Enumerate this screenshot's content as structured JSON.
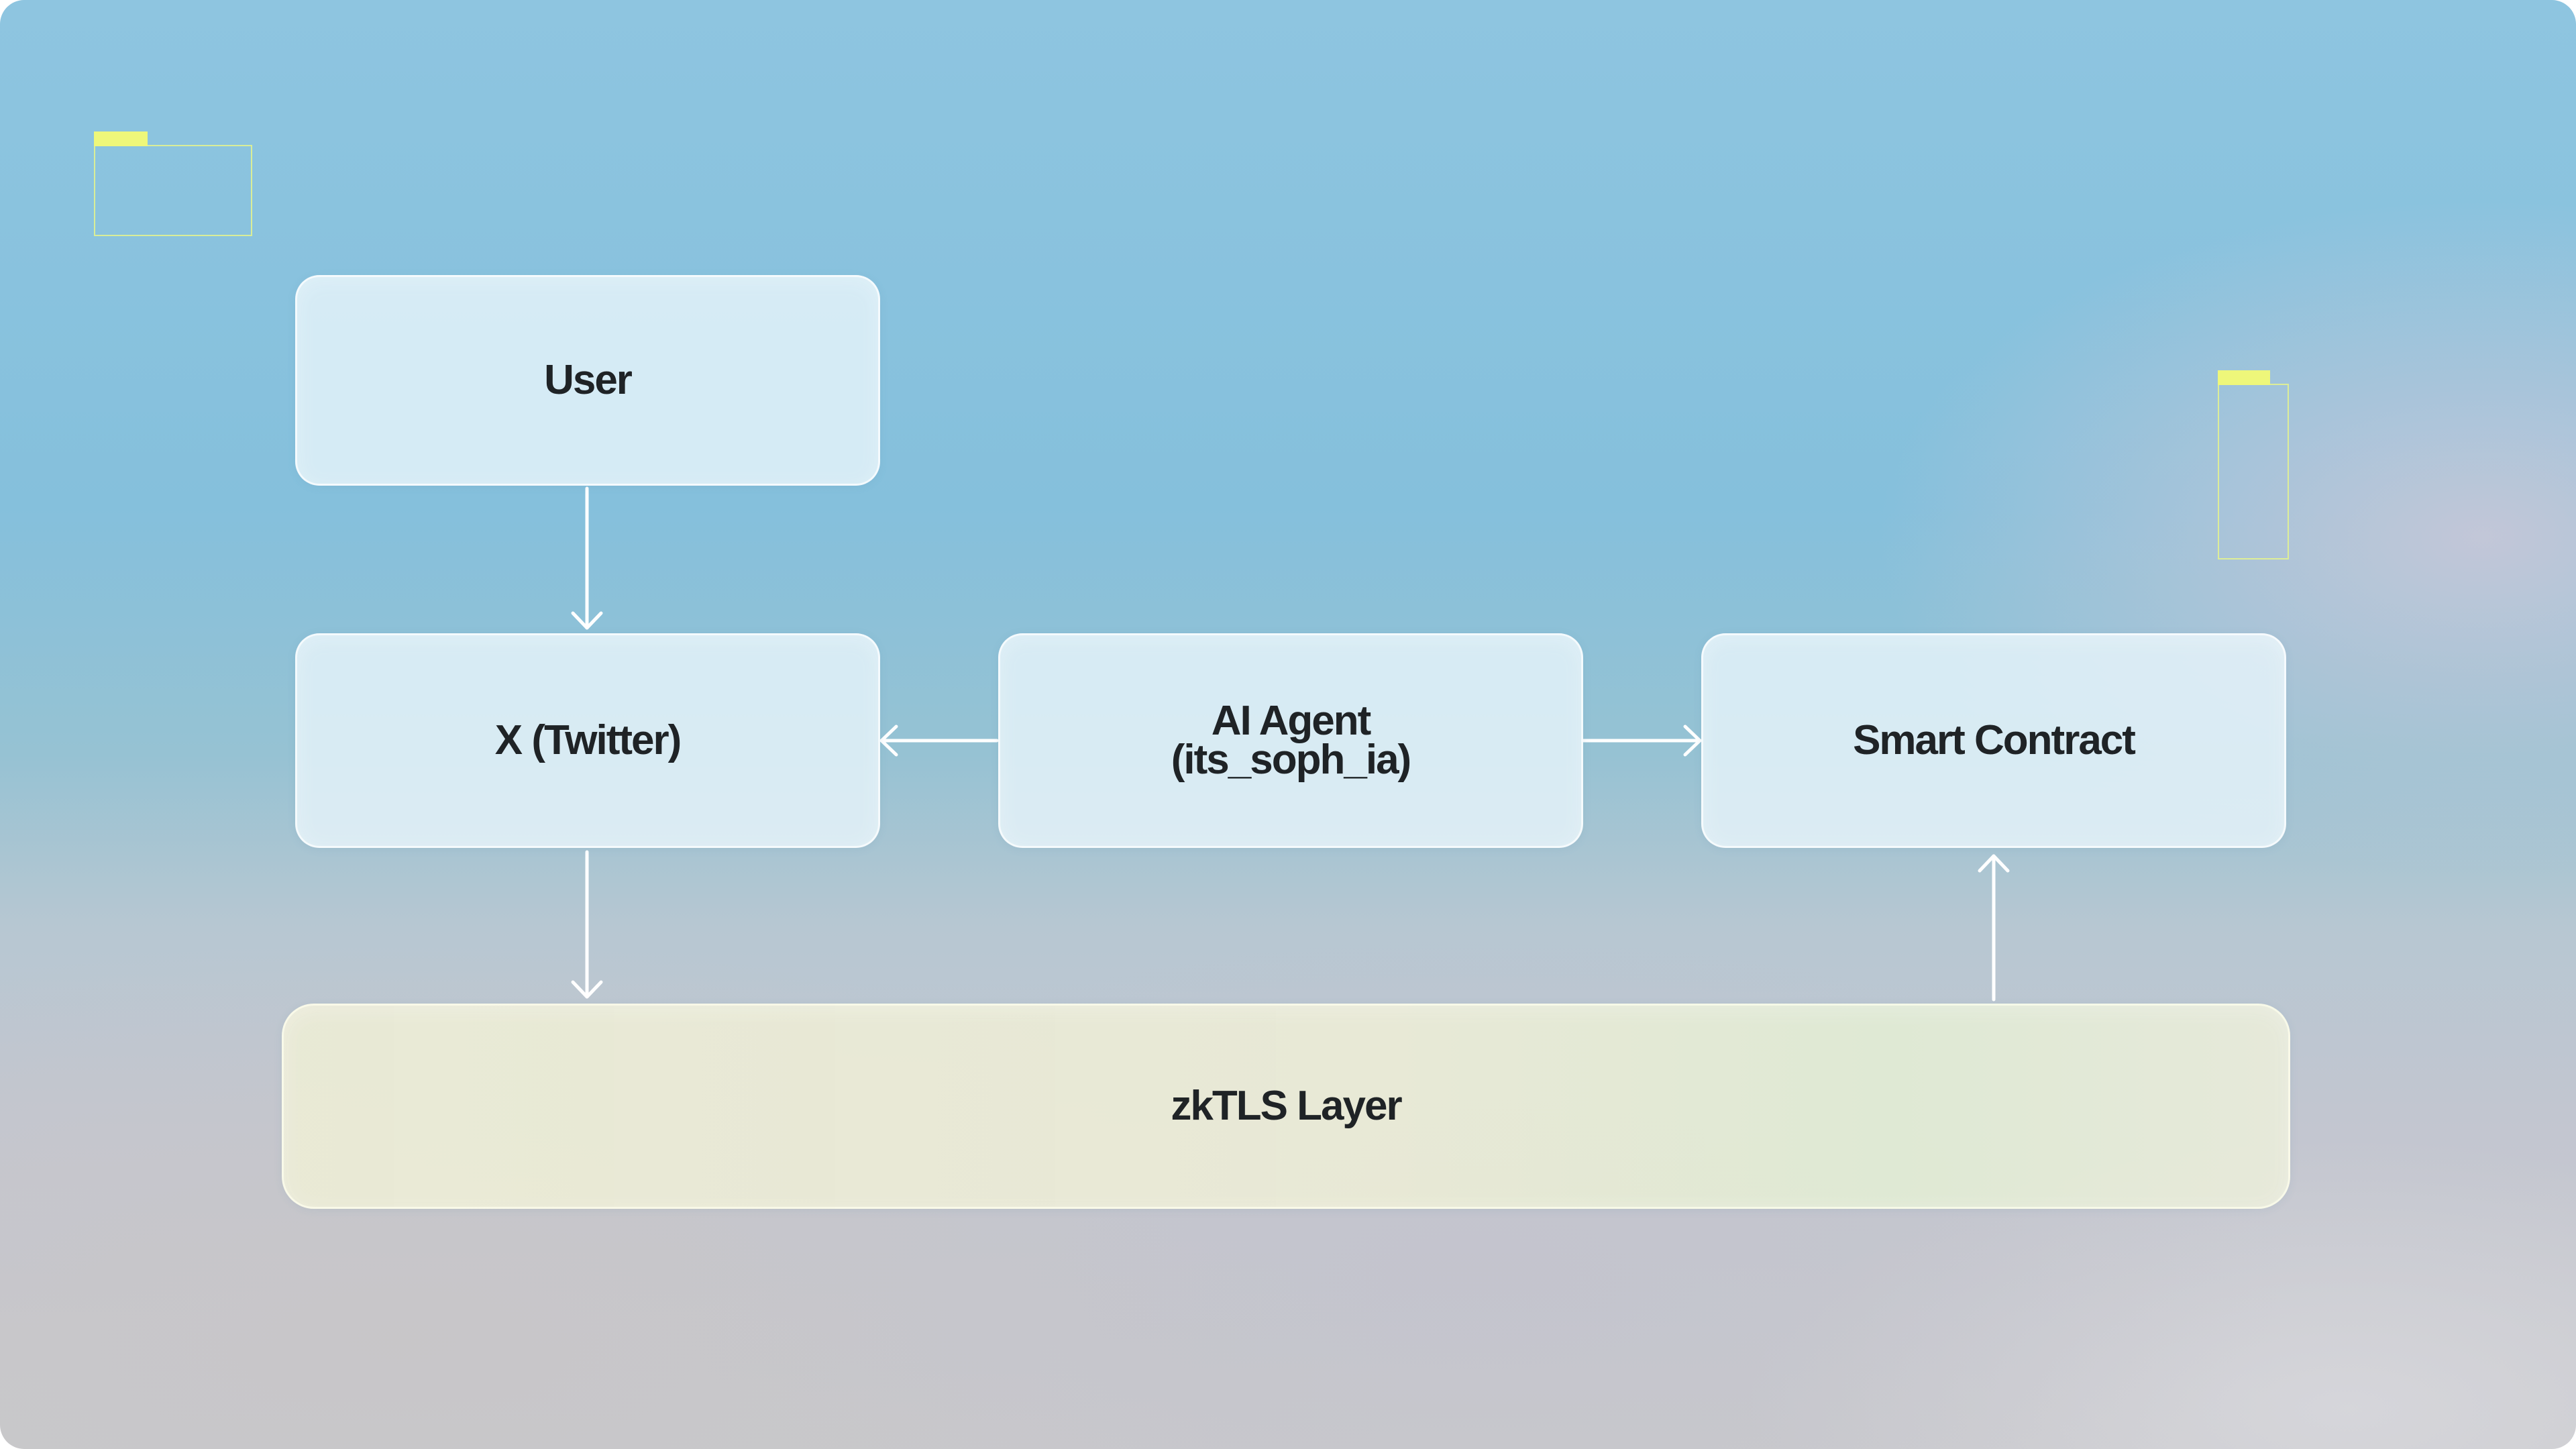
{
  "diagram": {
    "nodes": {
      "user": "User",
      "twitter": "X (Twitter)",
      "agent_line1": "AI Agent",
      "agent_line2": "(its_soph_ia)",
      "contract": "Smart Contract",
      "zktls": "zkTLS Layer"
    },
    "edges": [
      {
        "from": "User",
        "to": "X (Twitter)"
      },
      {
        "from": "AI Agent (its_soph_ia)",
        "to": "X (Twitter)"
      },
      {
        "from": "AI Agent (its_soph_ia)",
        "to": "Smart Contract"
      },
      {
        "from": "X (Twitter)",
        "to": "zkTLS Layer"
      },
      {
        "from": "zkTLS Layer",
        "to": "Smart Contract"
      }
    ],
    "colors": {
      "node_fill": "#e6f4fa",
      "layer_fill": "#ececd6",
      "arrow": "#ffffff",
      "accent": "#eef77a"
    }
  }
}
